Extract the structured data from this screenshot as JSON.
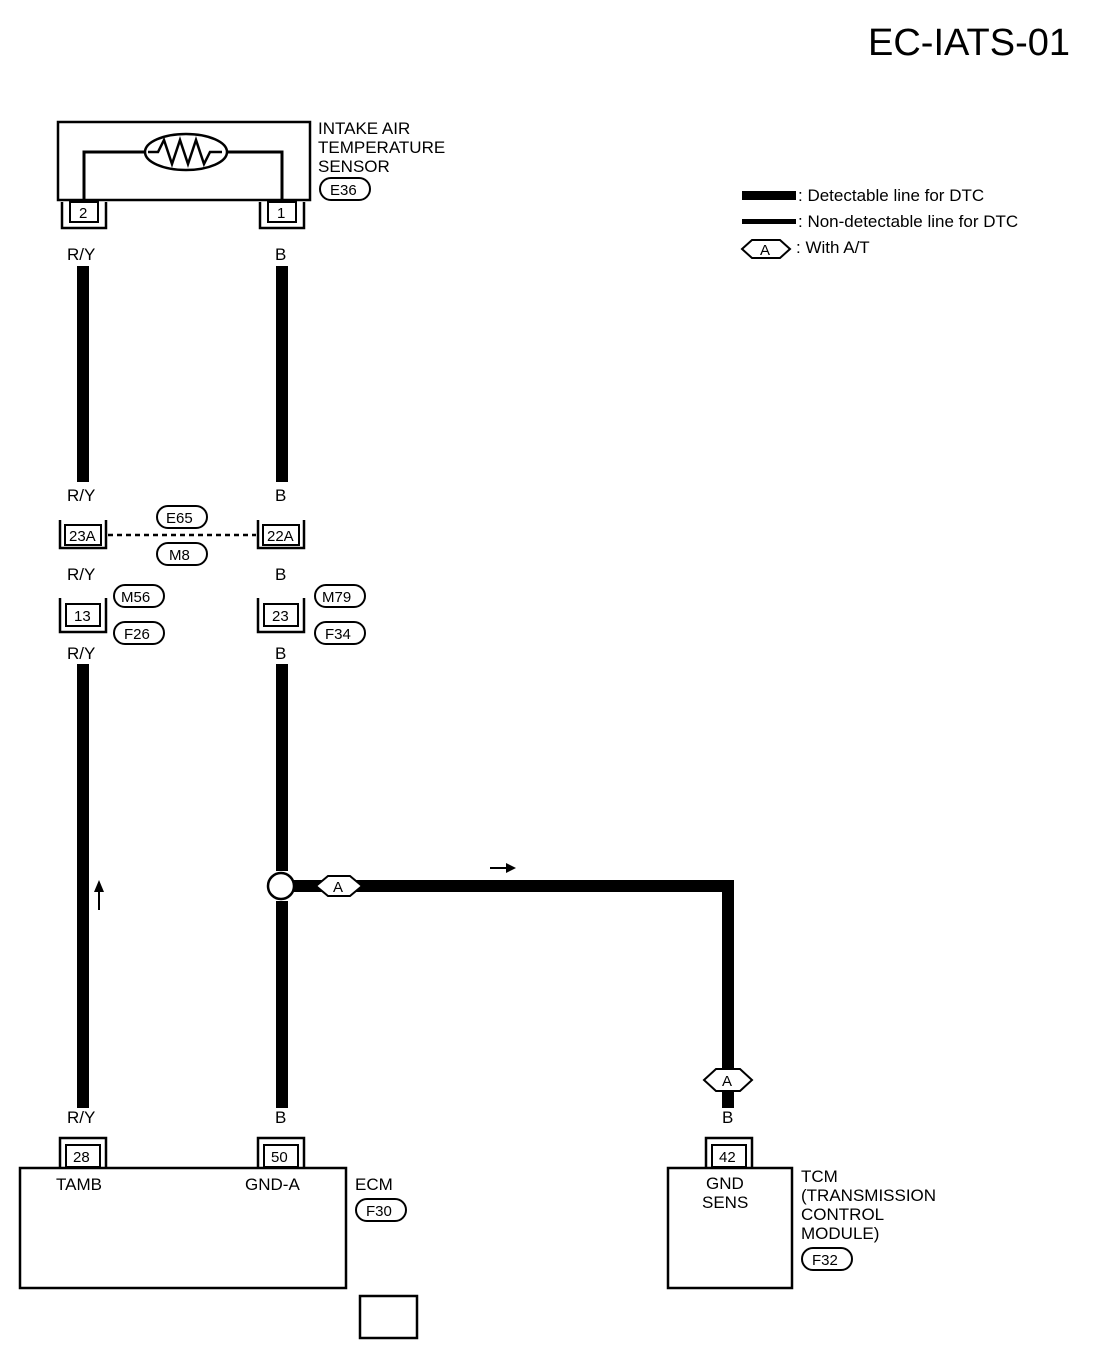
{
  "header": {
    "diagram_id": "EC-IATS-01"
  },
  "legend": {
    "detectable": ": Detectable line for DTC",
    "non_detectable": ": Non-detectable line for DTC",
    "with_at_symbol": "A",
    "with_at": ": With A/T"
  },
  "sensor": {
    "name_line1": "INTAKE AIR",
    "name_line2": "TEMPERATURE",
    "name_line3": "SENSOR",
    "connector": "E36",
    "pin_left": "2",
    "pin_right": "1"
  },
  "wires": {
    "left_color": "R/Y",
    "right_color": "B",
    "tcm_color": "B"
  },
  "joint_connectors": {
    "left_pin_upper": "23A",
    "right_pin_upper": "22A",
    "upper_connector_top": "E65",
    "upper_connector_bottom": "M8",
    "left_pin_lower": "13",
    "right_pin_lower": "23",
    "left_lower_top": "M56",
    "left_lower_bottom": "F26",
    "right_lower_top": "M79",
    "right_lower_bottom": "F34"
  },
  "branch": {
    "option_symbol_1": "A",
    "option_symbol_2": "A"
  },
  "ecm": {
    "name": "ECM",
    "connector": "F30",
    "pin_left": "28",
    "pin_right": "50",
    "terminal_left": "TAMB",
    "terminal_right": "GND-A"
  },
  "tcm": {
    "name_line1": "TCM",
    "name_line2": "(TRANSMISSION",
    "name_line3": "CONTROL",
    "name_line4": "MODULE)",
    "connector": "F32",
    "pin": "42",
    "terminal_line1": "GND",
    "terminal_line2": "SENS"
  },
  "colors": {
    "ink": "#000000",
    "paper": "#ffffff"
  }
}
